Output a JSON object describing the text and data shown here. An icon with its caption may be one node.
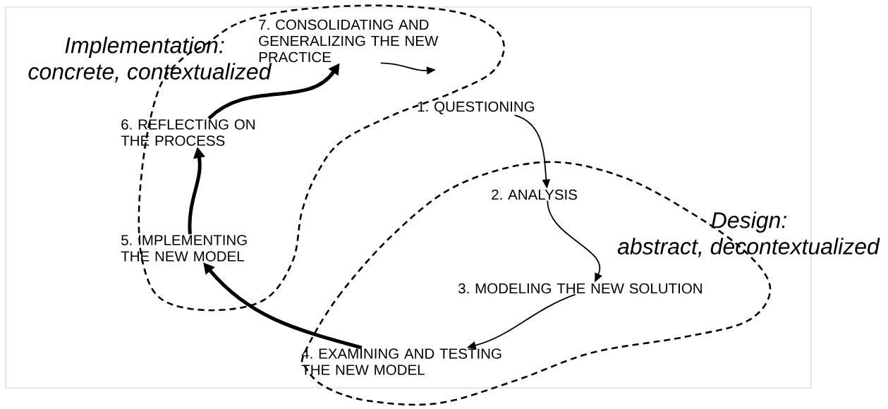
{
  "diagram": {
    "nodes": [
      {
        "text": [
          "1. QUESTIONING"
        ]
      },
      {
        "text": [
          "2. ANALYSIS"
        ]
      },
      {
        "text": [
          "3. MODELING THE NEW SOLUTION"
        ]
      },
      {
        "text": [
          "4. EXAMINING AND TESTING THE NEW MODEL"
        ]
      },
      {
        "text": [
          "5. IMPLEMENTING THE NEW MODEL"
        ]
      },
      {
        "text": [
          "6. REFLECTING ON THE PROCESS"
        ]
      },
      {
        "text": [
          "7. CONSOLIDATING AND GENERALIZING THE NEW PRACTICE"
        ]
      }
    ],
    "edges": [
      {
        "from": 0,
        "to": 1,
        "arrow": "to"
      },
      {
        "from": 1,
        "to": 2,
        "arrow": "to"
      },
      {
        "from": 2,
        "to": 3,
        "arrow": "to"
      },
      {
        "from": 3,
        "to": 4,
        "arrow": "to",
        "style": "thick"
      },
      {
        "from": 4,
        "to": 5,
        "arrow": "to",
        "style": "thick"
      },
      {
        "from": 5,
        "to": 6,
        "arrow": "to",
        "style": "thick"
      },
      {
        "from": 6,
        "to": null,
        "arrow": "to"
      }
    ],
    "labels": [
      "Implementation:",
      "concrete, contextualized",
      "Design:",
      "abstract, decontextualized"
    ]
  }
}
